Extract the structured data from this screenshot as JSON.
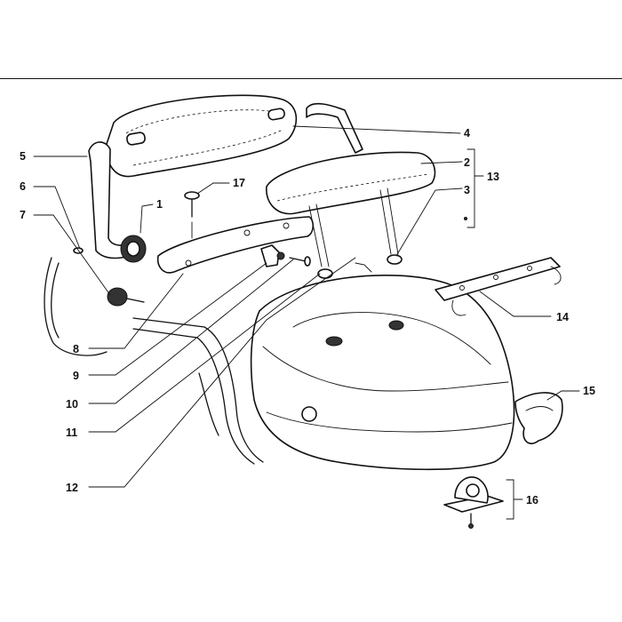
{
  "diagram": {
    "callouts": [
      {
        "id": "1",
        "label": "1"
      },
      {
        "id": "2",
        "label": "2"
      },
      {
        "id": "3",
        "label": "3"
      },
      {
        "id": "4",
        "label": "4"
      },
      {
        "id": "5",
        "label": "5"
      },
      {
        "id": "6",
        "label": "6"
      },
      {
        "id": "7",
        "label": "7"
      },
      {
        "id": "8",
        "label": "8"
      },
      {
        "id": "9",
        "label": "9"
      },
      {
        "id": "10",
        "label": "10"
      },
      {
        "id": "11",
        "label": "11"
      },
      {
        "id": "12",
        "label": "12"
      },
      {
        "id": "13",
        "label": "13"
      },
      {
        "id": "14",
        "label": "14"
      },
      {
        "id": "15",
        "label": "15"
      },
      {
        "id": "16",
        "label": "16"
      },
      {
        "id": "17",
        "label": "17"
      }
    ],
    "colors": {
      "ink": "#111111",
      "paper": "#ffffff"
    }
  }
}
